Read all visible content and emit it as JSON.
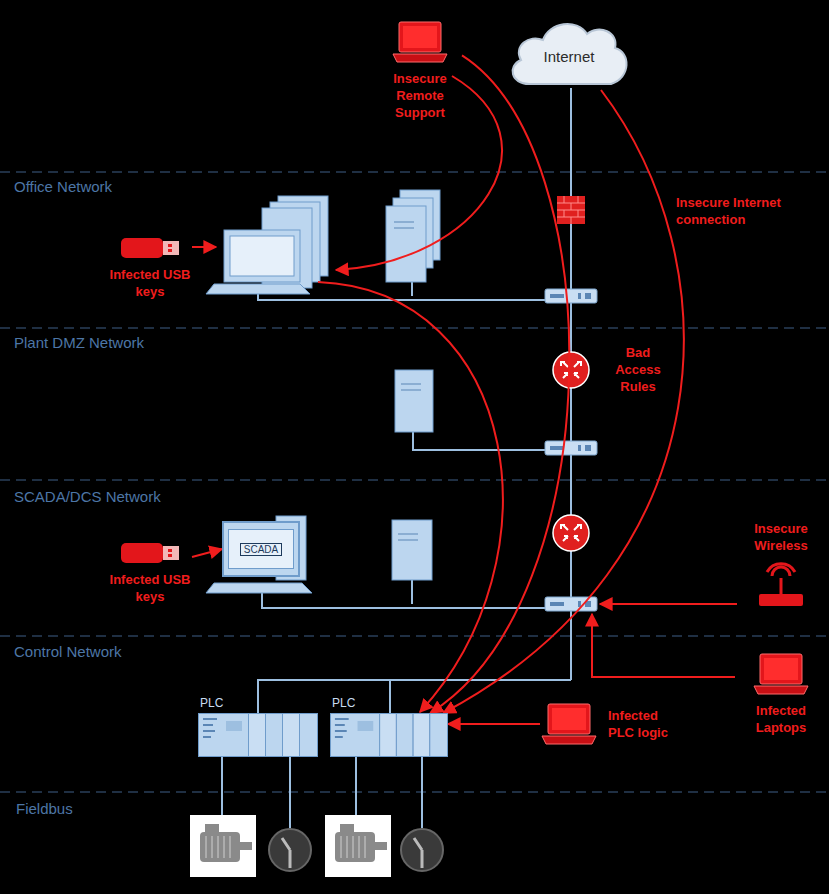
{
  "diagram": {
    "nodes": [
      {
        "text": [
          "Internet"
        ]
      },
      {
        "text": [
          "Insecure Remote Support"
        ]
      },
      {
        "text": [
          "Infected USB keys"
        ]
      },
      {
        "text": [
          "Infected USB keys"
        ]
      },
      {
        "text": [
          "SCADA"
        ]
      },
      {
        "text": [
          "Insecure Wireless"
        ]
      },
      {
        "text": [
          "Infected Laptops"
        ]
      },
      {
        "text": [
          "PLC"
        ]
      },
      {
        "text": [
          "PLC"
        ]
      },
      {
        "text": [
          "Infected PLC logic"
        ]
      }
    ],
    "edges": [
      {
        "from": 1,
        "to": 8,
        "arrow": "to"
      },
      {
        "from": 0,
        "to": 8,
        "label": "Insecure Internet connection",
        "arrow": "to"
      },
      {
        "from": 3,
        "to": 4,
        "arrow": "to"
      },
      {
        "from": 9,
        "to": 8,
        "arrow": "to"
      }
    ],
    "labels": [
      "Office Network",
      "Plant DMZ Network",
      "SCADA/DCS Network",
      "Control Network",
      "Fieldbus",
      "Bad Access Rules"
    ]
  }
}
